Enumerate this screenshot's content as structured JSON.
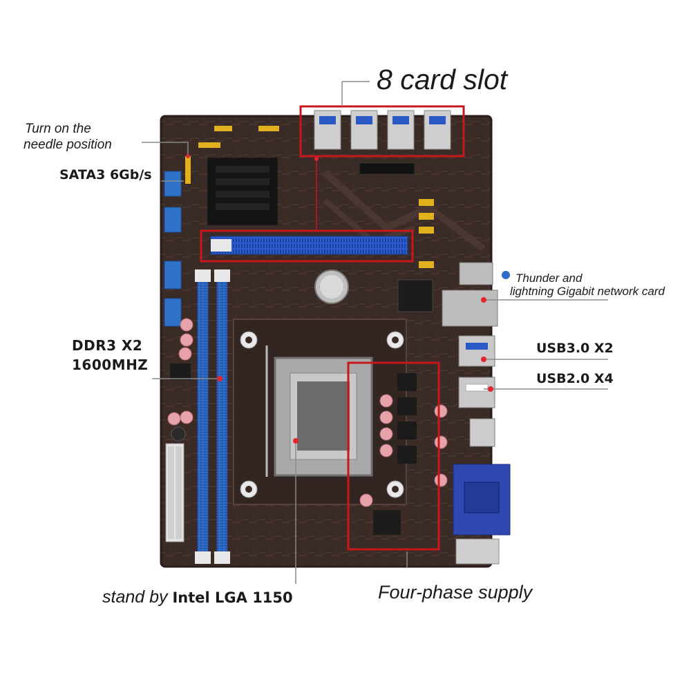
{
  "labels": {
    "card_slot": "8 card slot",
    "needle_line1": "Turn on the",
    "needle_line2": "needle position",
    "sata": "SATA3 6Gb/s",
    "ddr_line1": "DDR3 X2",
    "ddr_line2": "1600MHZ",
    "network_line1": "Thunder and",
    "network_line2": "lightning Gigabit network card",
    "usb3": "USB3.0 X2",
    "usb2": "USB2.0 X4",
    "standby_prefix": "stand by ",
    "standby_cpu": "Intel LGA 1150",
    "power": "Four-phase supply"
  },
  "colors": {
    "board": "#3a2a25",
    "highlight_box": "#c8161d",
    "dimm_slot": "#2f6cc9",
    "pcie_slot": "#2a5bd0",
    "sata_port": "#2e73c8",
    "vga_port": "#2f47b0",
    "callout_line": "#8a8a8a"
  },
  "icons": {
    "cpu_socket": "lga-socket-icon",
    "heatsink": "chipset-heatsink-icon",
    "battery": "cmos-battery-icon"
  }
}
